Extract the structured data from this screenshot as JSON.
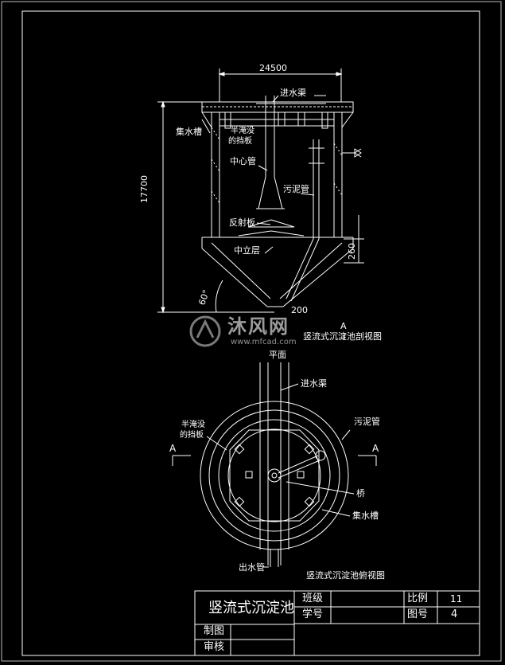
{
  "section_view": {
    "dim_width": "24500",
    "dim_height": "17700",
    "dim_slope_depth": "260",
    "dim_bottom": "200",
    "angle": "60°",
    "section_mark": "A",
    "labels": {
      "inlet_channel": "进水渠",
      "collecting_trough": "集水槽",
      "baffle_line1": "半淹没",
      "baffle_line2": "的挡板",
      "center_pipe": "中心管",
      "sludge_pipe": "污泥管",
      "reflector": "反射板",
      "neutral_layer": "中立层"
    },
    "title": "竖流式沉淀池剖视图"
  },
  "plan_view": {
    "header": "平面",
    "labels": {
      "inlet_channel": "进水渠",
      "baffle_line1": "半淹没",
      "baffle_line2": "的挡板",
      "sludge_pipe": "污泥管",
      "bridge": "桥",
      "collecting_trough": "集水槽",
      "outlet_pipe": "出水管"
    },
    "section_left": "A",
    "section_right": "A",
    "title": "竖流式沉淀池俯视图"
  },
  "watermark": {
    "brand": "沐风网",
    "url": "www.mfcad.com"
  },
  "title_block": {
    "drawing_title": "竖流式沉淀池",
    "class_label": "班级",
    "student_id_label": "学号",
    "scale_label": "比例",
    "scale_value": "11",
    "drawing_no_label": "图号",
    "drawing_no_value": "4",
    "drawn_by_label": "制图",
    "checked_by_label": "审核"
  }
}
